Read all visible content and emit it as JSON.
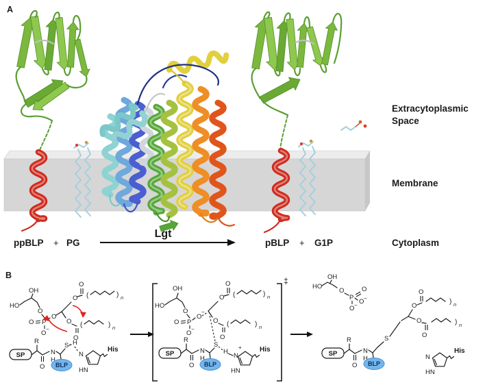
{
  "panel_a": {
    "label": "A",
    "compartments": {
      "extracytoplasmic_1": "Extracytoplasmic",
      "extracytoplasmic_2": "Space",
      "membrane": "Membrane",
      "cytoplasm": "Cytoplasm"
    },
    "reaction": {
      "substrate": "ppBLP",
      "plus": "+",
      "lipid_donor": "PG",
      "enzyme": "Lgt",
      "product": "pBLP",
      "byproduct": "G1P"
    }
  },
  "panel_b": {
    "label": "B",
    "transition_state_symbol": "‡",
    "signal_peptide": "SP",
    "lipoprotein": "BLP",
    "histidine": "His",
    "atoms": {
      "o": "O",
      "oh": "OH",
      "ho": "HO",
      "p": "P",
      "s": "S",
      "n": "N",
      "h": "H",
      "r": "R",
      "hn": "HN",
      "sub_n": "n",
      "minus": "−",
      "plus": "+",
      "lp": "(",
      "rp": ")"
    }
  },
  "colors": {
    "membrane": "#d6d6d6",
    "membrane_top": "#ececec",
    "membrane_side": "#c7c7c7",
    "blp_fill": "#74b6ea",
    "protein_green": "#7cb83e",
    "helix_red": "#cf2b1d",
    "mechanism_arrow_red": "#e0231c"
  }
}
